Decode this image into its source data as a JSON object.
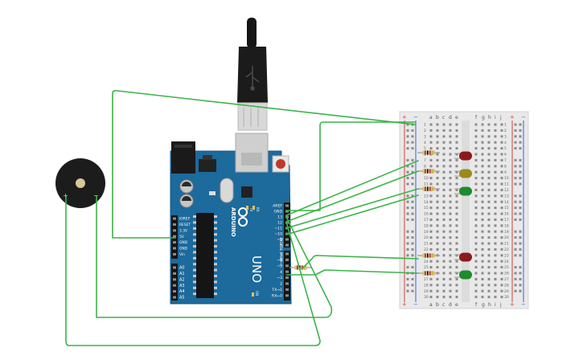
{
  "arduino": {
    "brand": "ARDUINO",
    "model": "UNO",
    "power_label": "POWER",
    "analog_label": "ANALOG IN",
    "digital_label": "DIGITAL (PWM~)",
    "power_pins": [
      "IOREF",
      "RESET",
      "3.3V",
      "5V",
      "GND",
      "GND",
      "Vin"
    ],
    "analog_pins": [
      "A0",
      "A1",
      "A2",
      "A3",
      "A4",
      "A5"
    ],
    "top_header_pins": [
      "AREF",
      "GND",
      "13",
      "12",
      "~11",
      "~10",
      "~9",
      "8"
    ],
    "bottom_header_pins": [
      "7",
      "~6",
      "~5",
      "4",
      "~3",
      "2",
      "TX→1",
      "RX←0"
    ],
    "tx_label": "TX",
    "rx_label": "RX",
    "on_label": "ON",
    "l_label": "L"
  },
  "buzzer": {
    "plus_label": "+",
    "minus_label": "−"
  },
  "breadboard": {
    "left_columns": [
      "a",
      "b",
      "c",
      "d",
      "e"
    ],
    "right_columns": [
      "f",
      "g",
      "h",
      "i",
      "j"
    ],
    "plus_label": "+",
    "minus_label": "−",
    "row_count": 30
  },
  "leds": [
    {
      "color": "#8b1a1a",
      "name": "red"
    },
    {
      "color": "#9a8a1c",
      "name": "yellow"
    },
    {
      "color": "#1f8a2e",
      "name": "green"
    },
    {
      "color": "#8b1a1a",
      "name": "red"
    },
    {
      "color": "#1f8a2e",
      "name": "green"
    }
  ],
  "colors": {
    "wire": "#3cb34a",
    "board": "#1d6a9c",
    "breadboard": "#e9e9e9",
    "rail_red": "#d63a3a",
    "rail_blue": "#3a5fd6"
  },
  "usb_icon": "usb-icon"
}
